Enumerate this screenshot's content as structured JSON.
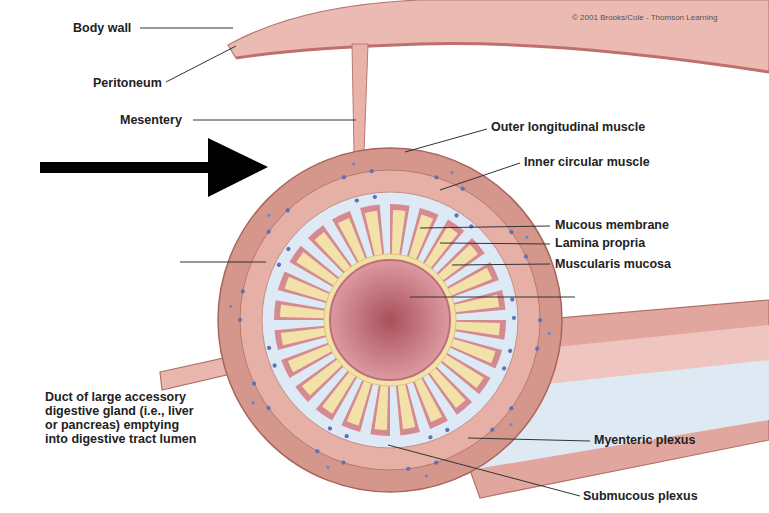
{
  "diagram": {
    "labels": [
      "© 2001 Brooks/Cole - Thomson Learning",
      "Body wall",
      "Peritoneum",
      "Mesentery",
      "Outer longitudinal muscle",
      "Inner circular muscle",
      "Mucous membrane",
      "Lamina propria",
      "Muscularis mucosa",
      "Duct of large accessory digestive gland (i.e., liver or pancreas) emptying into digestive tract lumen",
      "Myenteric plexus",
      "Submucous plexus"
    ]
  }
}
